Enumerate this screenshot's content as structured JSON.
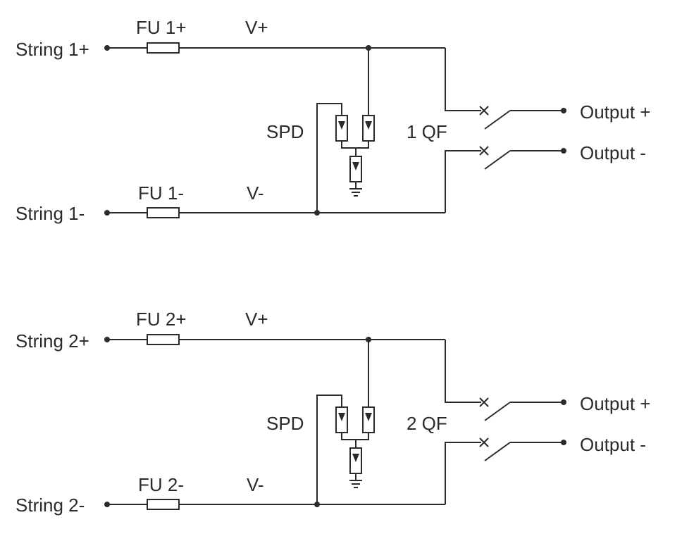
{
  "circuits": [
    {
      "string_pos": "String 1+",
      "string_neg": "String 1-",
      "fuse_pos": "FU 1+",
      "fuse_neg": "FU 1-",
      "v_pos": "V+",
      "v_neg": "V-",
      "spd": "SPD",
      "breaker": "1 QF",
      "out_pos": "Output +",
      "out_neg": "Output -"
    },
    {
      "string_pos": "String 2+",
      "string_neg": "String 2-",
      "fuse_pos": "FU 2+",
      "fuse_neg": "FU 2-",
      "v_pos": "V+",
      "v_neg": "V-",
      "spd": "SPD",
      "breaker": "2 QF",
      "out_pos": "Output +",
      "out_neg": "Output -"
    }
  ]
}
